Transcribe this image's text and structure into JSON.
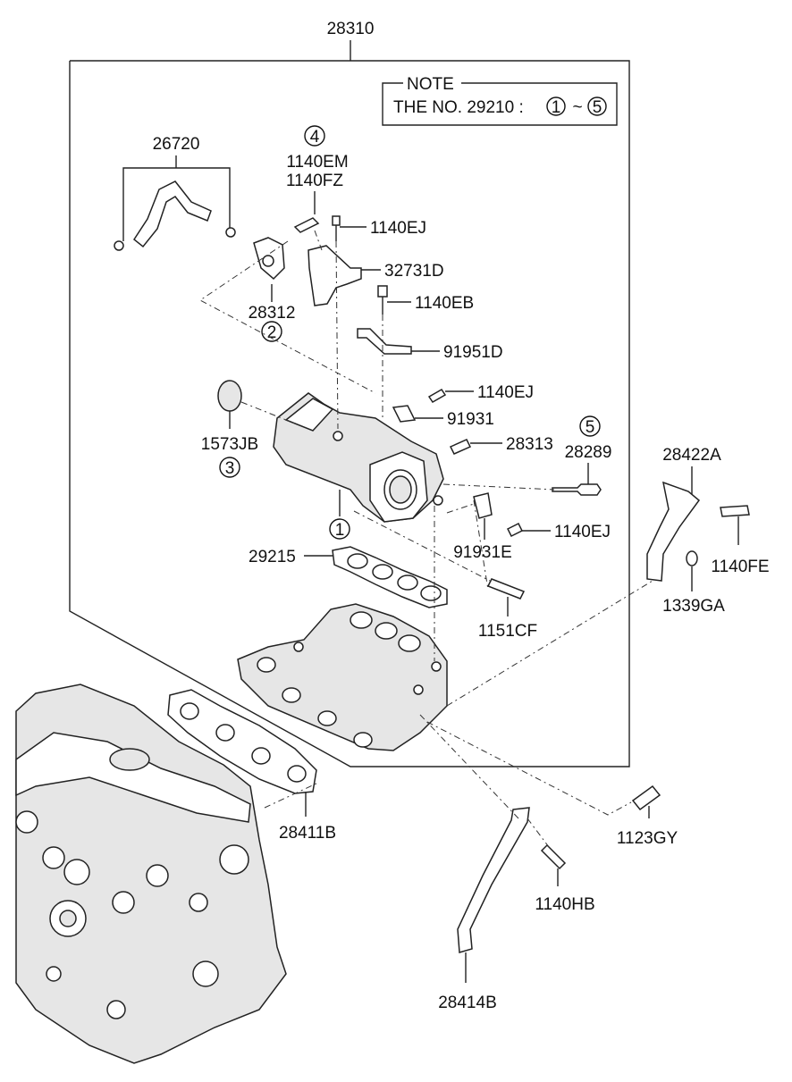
{
  "title_part": "28310",
  "note": {
    "heading": "NOTE",
    "text": "THE NO. 29210 :",
    "range_start": "1",
    "range_sep": "~",
    "range_end": "5"
  },
  "callouts": {
    "c1": "1",
    "c2": "2",
    "c3": "3",
    "c4": "4",
    "c5": "5"
  },
  "labels": {
    "p26720": "26720",
    "p1140EM": "1140EM",
    "p1140FZ": "1140FZ",
    "p1140EJ_a": "1140EJ",
    "p32731D": "32731D",
    "p28312": "28312",
    "p1140EB": "1140EB",
    "p91951D": "91951D",
    "p1140EJ_b": "1140EJ",
    "p91931": "91931",
    "p1573JB": "1573JB",
    "p28313": "28313",
    "p28289": "28289",
    "p28422A": "28422A",
    "p1140FE": "1140FE",
    "p1140EJ_c": "1140EJ",
    "p91931E": "91931E",
    "p29215": "29215",
    "p1339GA": "1339GA",
    "p1151CF": "1151CF",
    "p28411B": "28411B",
    "p1123GY": "1123GY",
    "p1140HB": "1140HB",
    "p28414B": "28414B"
  }
}
